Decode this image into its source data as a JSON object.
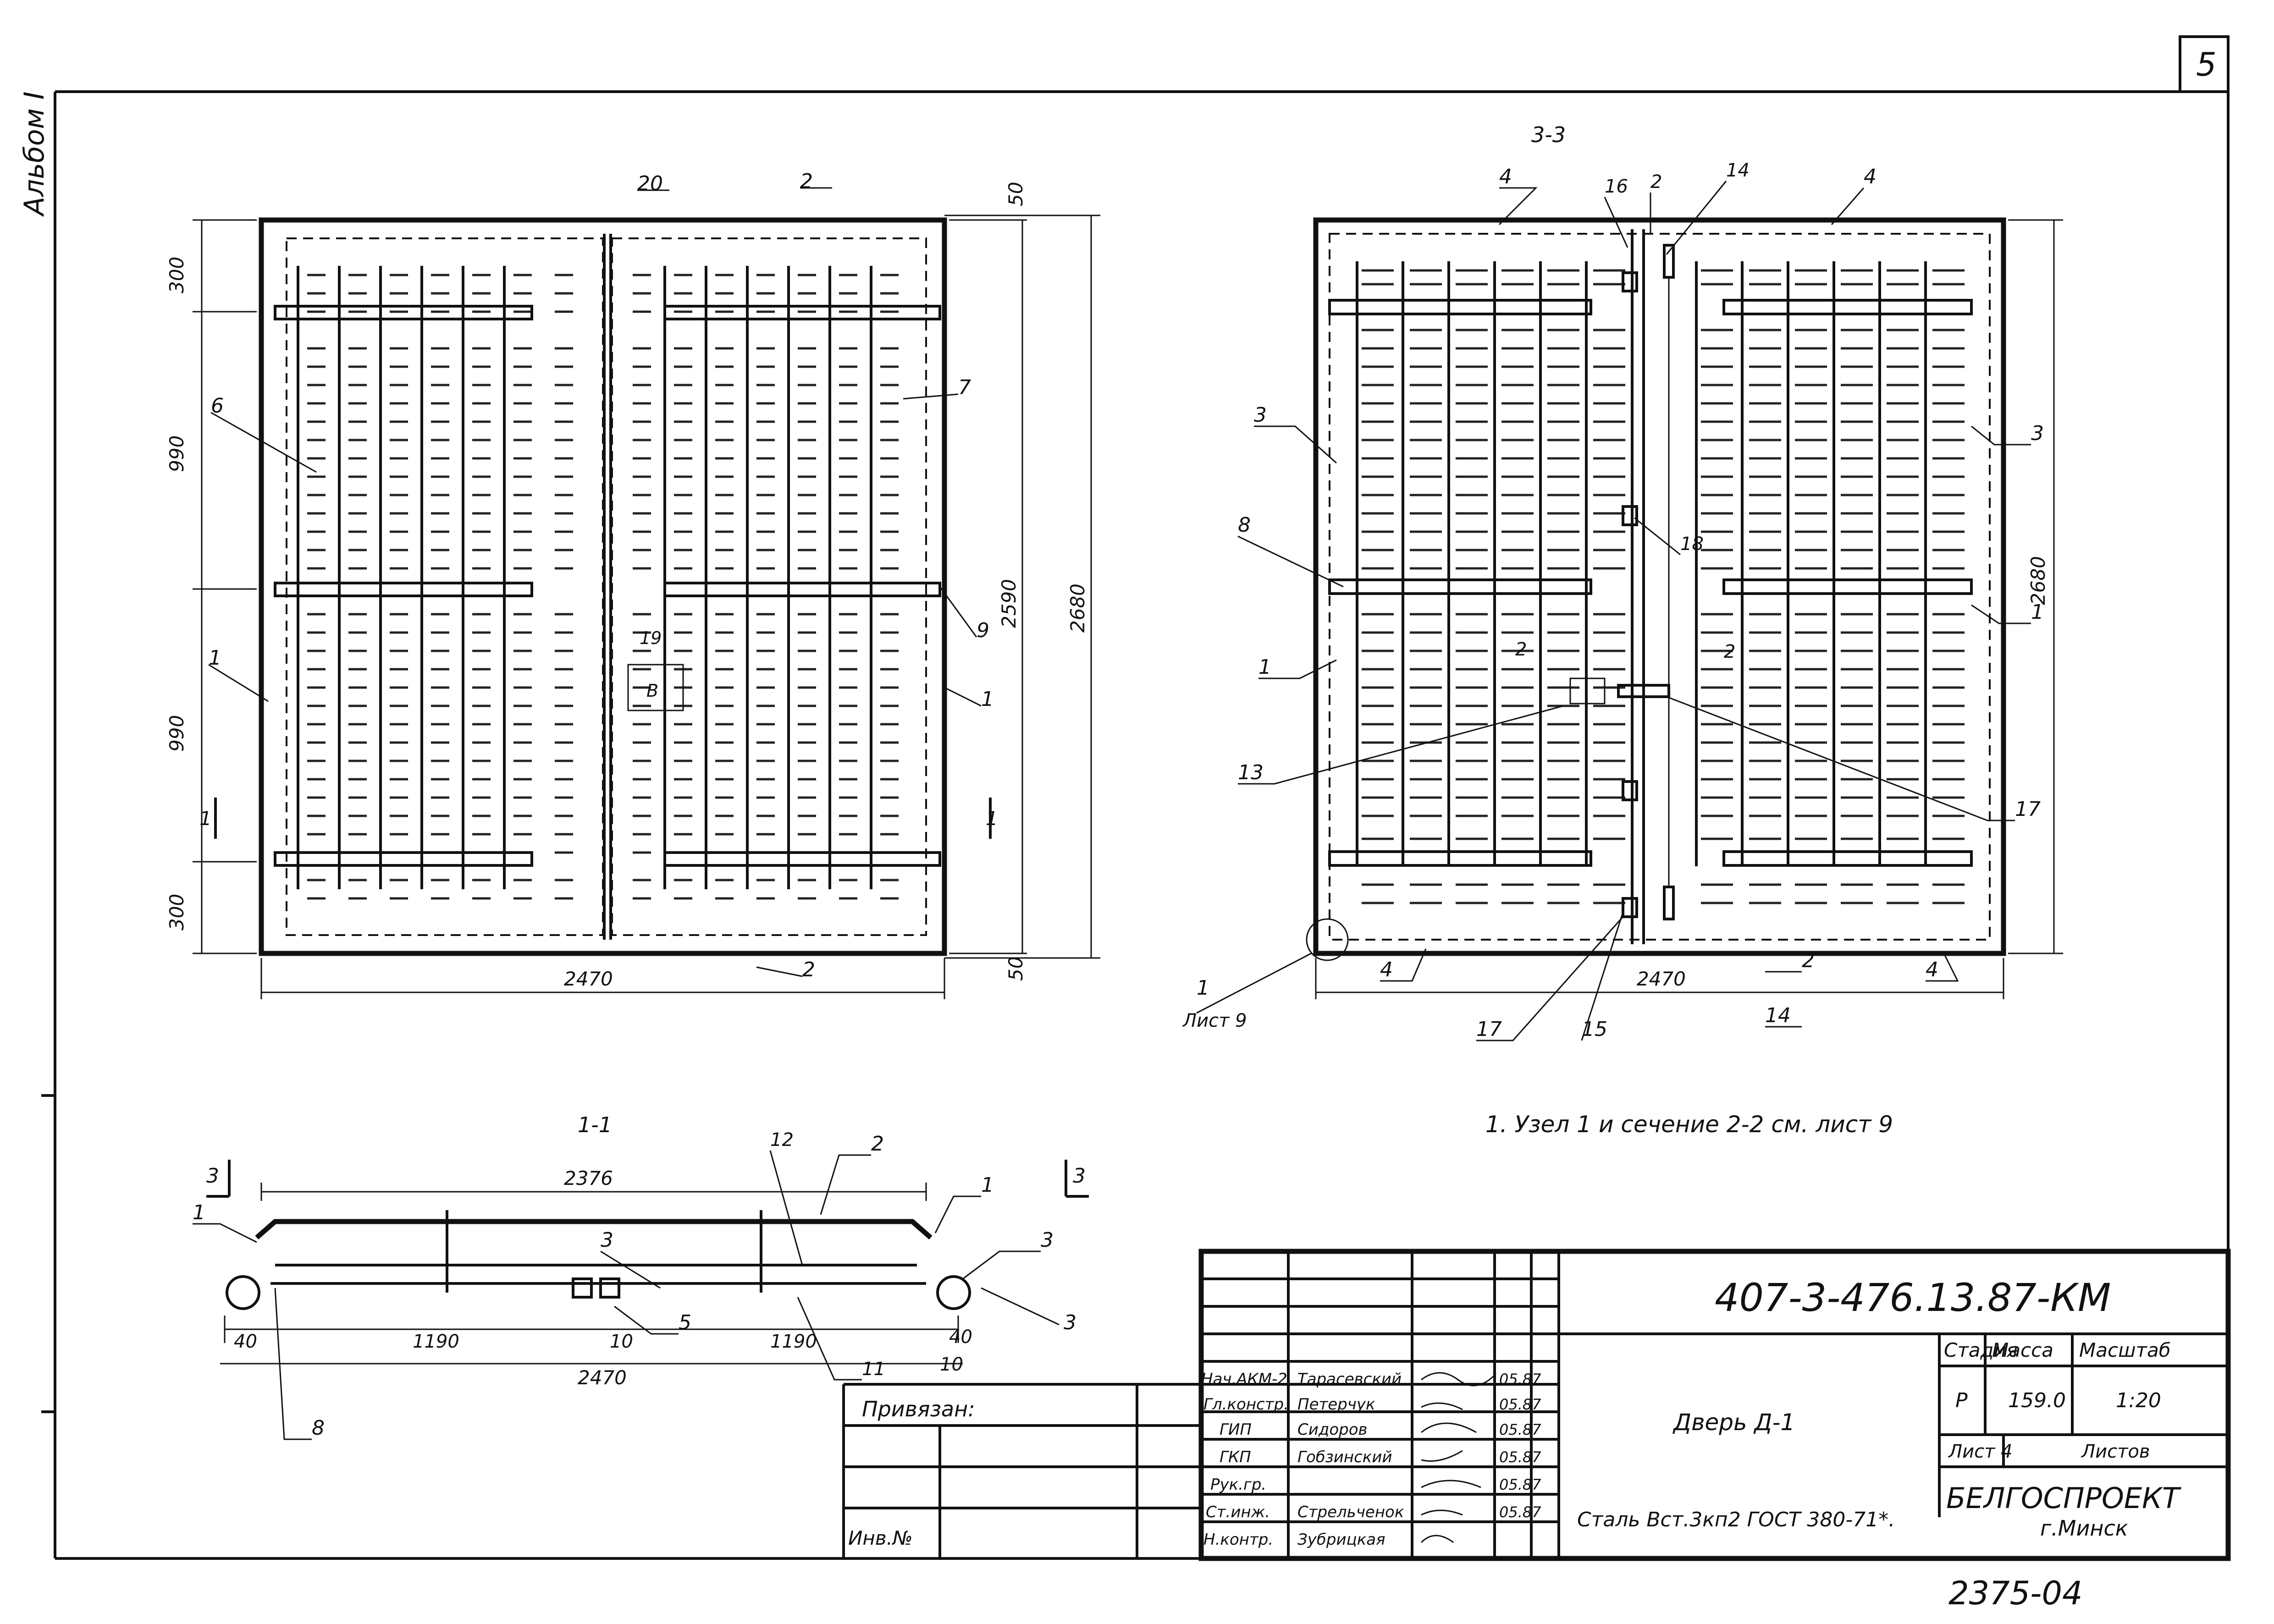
{
  "sheet": {
    "page_number": "5",
    "album_label": "Альбом I",
    "archive_number": "2375-04",
    "note": "1. Узел 1 и сечение 2-2 см. лист 9"
  },
  "view_front": {
    "dims": {
      "top_300": "300",
      "mid_990_a": "990",
      "mid_990_b": "990",
      "bot_300": "300",
      "width": "2470",
      "height_inner": "2590",
      "height_outer": "2680",
      "top_50": "50",
      "bot_50": "50"
    },
    "marks": [
      "20",
      "2",
      "6",
      "7",
      "1",
      "9",
      "1",
      "2",
      "19",
      "В",
      "1",
      "1"
    ]
  },
  "view_back": {
    "title": "3-3",
    "dims": {
      "width": "2470",
      "height": "2680"
    },
    "marks": [
      "4",
      "16",
      "2",
      "14",
      "4",
      "3",
      "3",
      "8",
      "18",
      "1",
      "1",
      "2",
      "2",
      "13",
      "17",
      "4",
      "2",
      "4",
      "17",
      "15",
      "14"
    ],
    "node_label": "1",
    "node_ref": "Лист 9"
  },
  "section_1_1": {
    "title": "1-1",
    "section_mark": "3",
    "dims": {
      "overall_top": "2376",
      "left_40": "40",
      "left_1190": "1190",
      "mid_10": "10",
      "right_1190": "1190",
      "right_40": "40",
      "right_10": "10",
      "overall_bottom": "2470"
    },
    "marks": [
      "12",
      "2",
      "1",
      "3",
      "1",
      "3",
      "5",
      "11",
      "8",
      "3"
    ]
  },
  "title_block": {
    "code": "407-3-476.13.87-КМ",
    "object_name": "Дверь Д-1",
    "material": "Сталь Вст.3кп2 ГОСТ 380-71*.",
    "stage_header": "Стадия",
    "mass_header": "Масса",
    "scale_header": "Масштаб",
    "stage": "Р",
    "mass": "159.0",
    "scale": "1:20",
    "sheet_label": "Лист 4",
    "sheets_label": "Листов",
    "org": "БЕЛГОСПРОЕКТ",
    "city": "г.Минск",
    "privyazan": "Привязан:",
    "inv_no": "Инв.№",
    "roles": [
      "Нач.АКМ-2",
      "Гл.констр.",
      "ГИП",
      "ГКП",
      "Рук.гр.",
      "Ст.инж.",
      "Н.контр."
    ],
    "names": [
      "Тарасевский",
      "Петерчук",
      "Сидоров",
      "Гобзинский",
      "",
      "Стрельченок",
      "Зубрицкая"
    ],
    "dates": [
      "05.87",
      "05.87",
      "05.87",
      "05.87",
      "05.87",
      "05.87",
      ""
    ]
  }
}
